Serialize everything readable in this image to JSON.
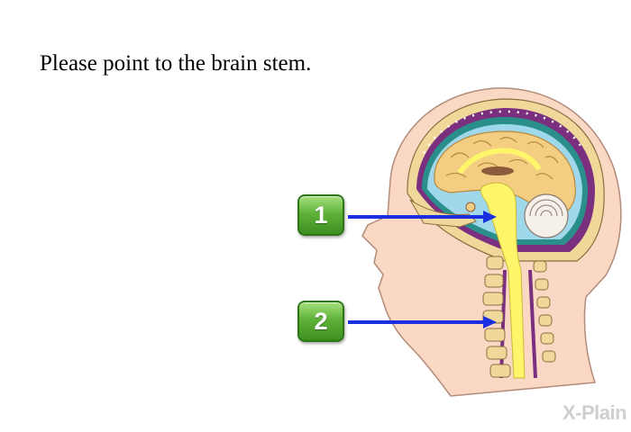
{
  "prompt": {
    "text": "Please point to the brain stem."
  },
  "choices": [
    {
      "label": "1"
    },
    {
      "label": "2"
    }
  ],
  "watermark": {
    "text": "X-Plain"
  },
  "colors": {
    "button_green": "#5fb33a",
    "arrow_blue": "#1a2fe0",
    "skin": "#fad8c4",
    "brain": "#f3cd82",
    "csf": "#9fd8ea",
    "spinal_cord": "#fff56a",
    "skull": "#f0d89a",
    "dura": "#7b2f7f"
  }
}
